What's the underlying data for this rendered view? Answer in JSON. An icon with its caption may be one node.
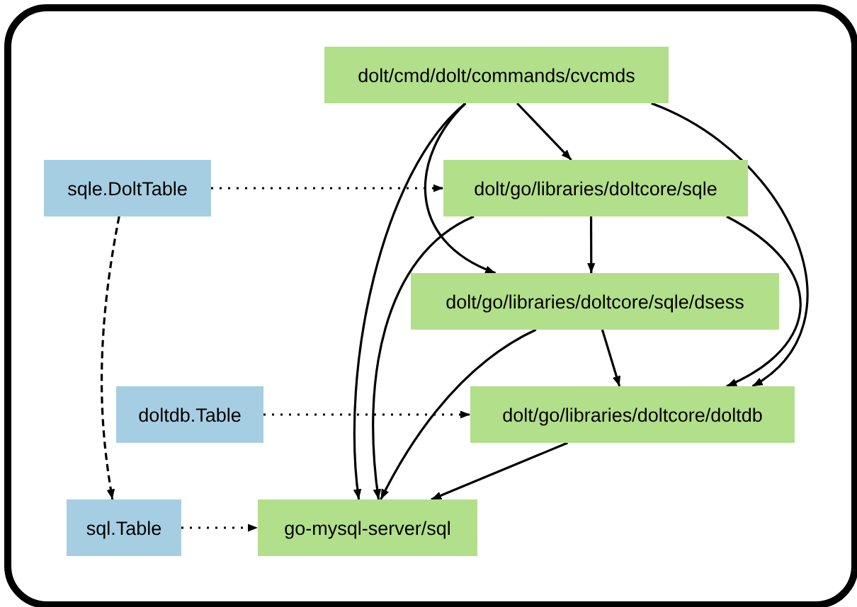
{
  "diagram": {
    "nodes": [
      {
        "text": [
          "dolt/cmd/dolt/commands/cvcmds"
        ]
      },
      {
        "text": [
          "sqle.DoltTable"
        ]
      },
      {
        "text": [
          "dolt/go/libraries/doltcore/sqle"
        ]
      },
      {
        "text": [
          "dolt/go/libraries/doltcore/sqle/dsess"
        ]
      },
      {
        "text": [
          "doltdb.Table"
        ]
      },
      {
        "text": [
          "dolt/go/libraries/doltcore/doltdb"
        ]
      },
      {
        "text": [
          "sql.Table"
        ]
      },
      {
        "text": [
          "go-mysql-server/sql"
        ]
      }
    ],
    "edges": [
      {
        "from": 0,
        "to": 2,
        "arrow": "to"
      },
      {
        "from": 0,
        "to": 3,
        "arrow": "to"
      },
      {
        "from": 0,
        "to": 7,
        "arrow": "to"
      },
      {
        "from": 0,
        "to": 5,
        "arrow": "to"
      },
      {
        "from": 2,
        "to": 3,
        "arrow": "to"
      },
      {
        "from": 2,
        "to": 7,
        "arrow": "to"
      },
      {
        "from": 2,
        "to": 5,
        "arrow": "to"
      },
      {
        "from": 3,
        "to": 5,
        "arrow": "to"
      },
      {
        "from": 3,
        "to": 7,
        "arrow": "to"
      },
      {
        "from": 5,
        "to": 7,
        "arrow": "to"
      },
      {
        "from": 1,
        "to": 2,
        "arrow": "to",
        "style": "dashed"
      },
      {
        "from": 1,
        "to": 6,
        "arrow": "to",
        "style": "dashed"
      },
      {
        "from": 4,
        "to": 5,
        "arrow": "to",
        "style": "dashed"
      },
      {
        "from": 6,
        "to": 7,
        "arrow": "to",
        "style": "dashed"
      }
    ]
  }
}
